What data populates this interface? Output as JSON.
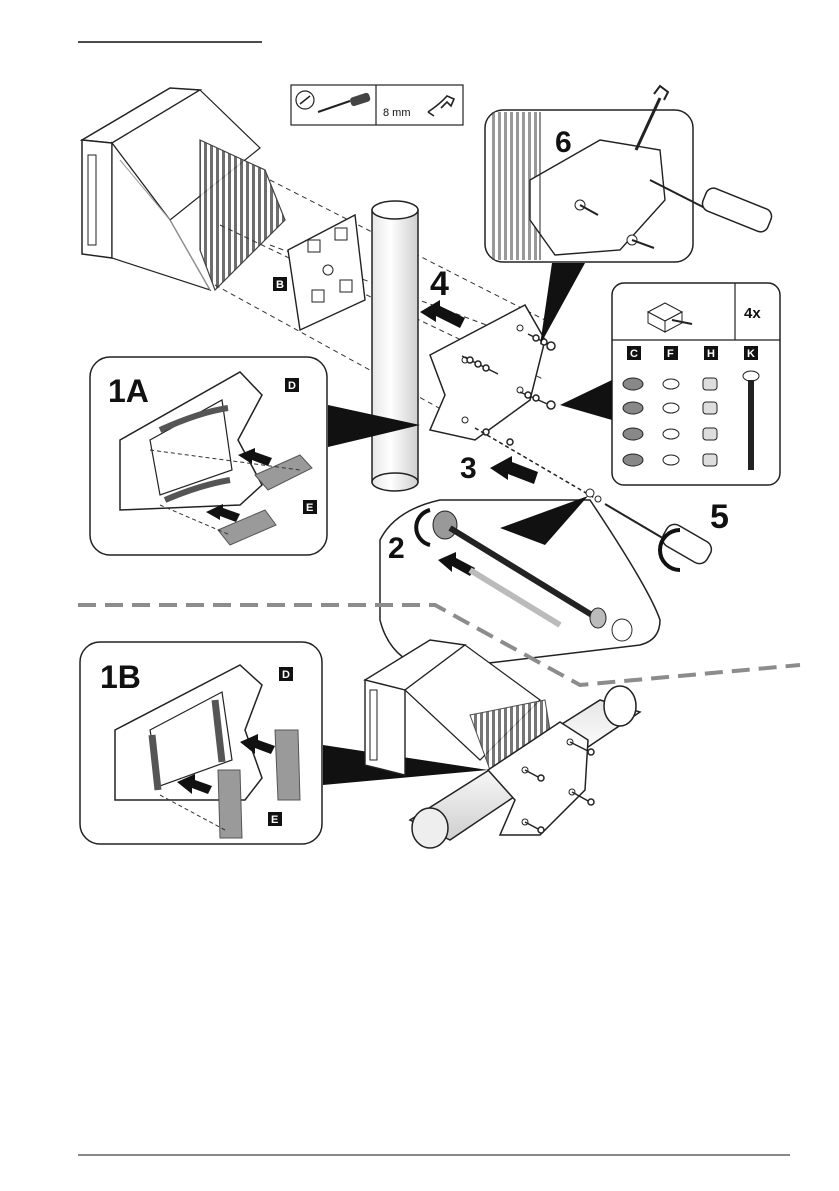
{
  "labels": {
    "step6": "6",
    "step4": "4",
    "step3": "3",
    "step2": "2",
    "step5": "5",
    "option1a": "1A",
    "option1b": "1B",
    "part_b": "B",
    "part_c": "C",
    "part_d": "D",
    "part_e": "E",
    "part_f": "F",
    "part_h": "H",
    "part_k": "K",
    "quantity": "4x",
    "wrench_size": "8 mm"
  },
  "icons": {
    "screwdriver": "screwdriver-icon",
    "wrench": "wrench-icon",
    "kit_box": "kit-box-icon"
  },
  "colors": {
    "line": "#222222",
    "label_box": "#111111",
    "gray_part": "#9a9a9a",
    "divider": "#8c8c8c"
  }
}
